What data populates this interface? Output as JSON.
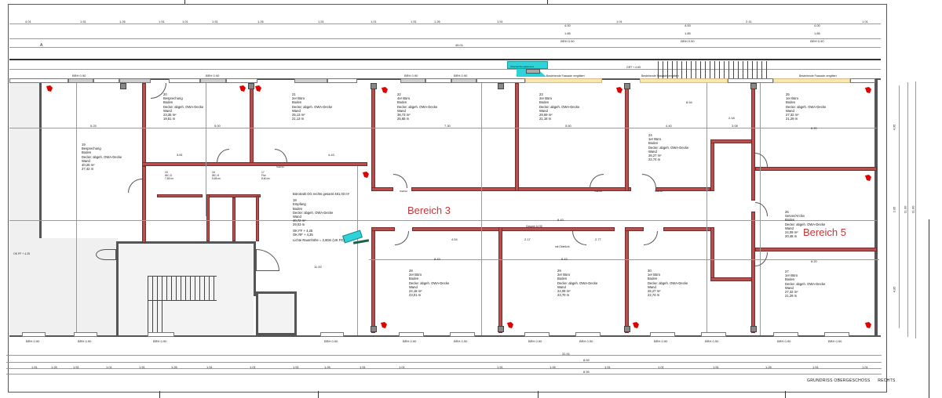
{
  "drawing": {
    "title": "GRUNDRISS OBERGESCHOSS",
    "side": "RECHTS",
    "zones": [
      {
        "label": "Bereich 3",
        "color": "#c0393b"
      },
      {
        "label": "Bereich 5",
        "color": "#c0393b"
      }
    ],
    "colors": {
      "wall_fill": "#b5504f",
      "extinguisher": "#e10000",
      "camera": "#2ed3d8",
      "window_highlight": "#f7e7b0"
    },
    "top_dimensions": {
      "row1": [
        "4.01",
        "1.51",
        "1.26",
        "1.51",
        "1.01",
        "1.51",
        "1.26",
        "1.51",
        "1.01",
        "1.51",
        "1.26",
        "1.51",
        "1.01",
        "4.00",
        "1.01",
        "4.00",
        "2.41",
        "4.00",
        "1.01"
      ],
      "wide_labels": [
        {
          "line1": "4.00",
          "line2": "1.85",
          "line3": "BRH 0.90"
        },
        {
          "line1": "4.00",
          "line2": "1.85",
          "line3": "BRH 0.90"
        },
        {
          "line1": "4.00",
          "line2": "1.85",
          "line3": "BRH 0.90"
        }
      ],
      "total": "45.01",
      "axis_mark": "A"
    },
    "annotations": {
      "camera_note": "Überwachungskamera",
      "facade_note_1": "Bestehende Fassade vergitttert",
      "facade_note_2": "Bestehende Fassade vergittert",
      "facade_brh": "BRH 0.90",
      "stair_note": "GRT + 4.65",
      "window_label": "BRH 0.90",
      "window_label_bottom": "BRH 0.90",
      "door_label": "Stahltür",
      "door_label_2": "Glastür",
      "corridor_note": "Bürotrakt OG rechts gesamt 481,03 m²",
      "clear_height": "Lichte Raumhöhe = 2,60m (UK FD)",
      "level_1": "OK FF + 4,25",
      "level_2": "OK RF + 4,35",
      "center_dim": "8.43",
      "corridor_width": "Gesamt 14.95",
      "door_note": "mit Oberlicht",
      "dims": [
        "5.25",
        "5.00",
        "4.43",
        "3.81",
        "7.30",
        "5.50",
        "8.54",
        "4.40",
        "2.18",
        "3.08",
        "6.20",
        "2.17",
        "2.77",
        "4.54",
        "8.43",
        "1.00",
        "0.91",
        "2.13",
        "2.33",
        "3.55",
        "2.40",
        "1.25",
        "6.44",
        "1.32",
        "11.00"
      ]
    },
    "rooms": [
      {
        "no": "19",
        "use": "Besprechung",
        "floor": "Boden",
        "ceiling": "Decke: abgeh. OWA-Decke",
        "wall": "Wand",
        "area": "40,25 m²",
        "perimeter": "27,42 m"
      },
      {
        "no": "20",
        "use": "Besprechung",
        "floor": "Boden",
        "ceiling": "Decke: abgeh. OWA-Decke",
        "wall": "Wand",
        "area": "23,35 m²",
        "perimeter": "19,51 m"
      },
      {
        "no": "21",
        "use": "2er Büro",
        "floor": "Boden",
        "ceiling": "Decke: abgeh. OWA-Decke",
        "wall": "Wand",
        "area": "25,13 m²",
        "perimeter": "21,13 m"
      },
      {
        "no": "22",
        "use": "4er Büro",
        "floor": "Boden",
        "ceiling": "Decke: abgeh. OWA-Decke",
        "wall": "Wand",
        "area": "38,73 m²",
        "perimeter": "25,65 m"
      },
      {
        "no": "23",
        "use": "2er Büro",
        "floor": "Boden",
        "ceiling": "Decke: abgeh. OWA-Decke",
        "wall": "Wand",
        "area": "29,59 m²",
        "perimeter": "21,18 m"
      },
      {
        "no": "24",
        "use": "1er Büro",
        "floor": "Boden",
        "ceiling": "Decke: abgeh. OWA-Decke",
        "wall": "Wand",
        "area": "26,27 m²",
        "perimeter": "22,74 m"
      },
      {
        "no": "25",
        "use": "1er Büro",
        "floor": "Boden",
        "ceiling": "Decke: abgeh. OWA-Decke",
        "wall": "Wand",
        "area": "27,32 m²",
        "perimeter": "21,29 m"
      },
      {
        "no": "26",
        "use": "Server/Archiv",
        "floor": "Boden",
        "ceiling": "Decke: abgeh. OWA-Decke",
        "wall": "Wand",
        "area": "24,09 m²",
        "perimeter": "20,48 m"
      },
      {
        "no": "27",
        "use": "1er Büro",
        "floor": "Boden",
        "ceiling": "Decke: abgeh. OWA-Decke",
        "wall": "Wand",
        "area": "27,32 m²",
        "perimeter": "21,29 m"
      },
      {
        "no": "28",
        "use": "2er Büro",
        "floor": "Boden",
        "ceiling": "Decke: abgeh. OWA-Decke",
        "wall": "Wand",
        "area": "24,18 m²",
        "perimeter": "23,01 m"
      },
      {
        "no": "29",
        "use": "2er Büro",
        "floor": "Boden",
        "ceiling": "Decke: abgeh. OWA-Decke",
        "wall": "Wand",
        "area": "24,08 m²",
        "perimeter": "23,70 m"
      },
      {
        "no": "30",
        "use": "1er Büro",
        "floor": "Boden",
        "ceiling": "Decke: abgeh. OWA-Decke",
        "wall": "Wand",
        "area": "26,27 m²",
        "perimeter": "22,74 m"
      },
      {
        "no": "18",
        "use": "Empfang",
        "floor": "Boden",
        "ceiling": "Decke: abgeh. OWA-Decke",
        "wall": "Wand",
        "area": "40,72 m²",
        "perimeter": "29,03 m"
      },
      {
        "no": "15",
        "use": "WC-D",
        "floor": "Boden",
        "ceiling": "Decke: abgeh. OWA-Decke",
        "wall": "Wand",
        "area": "7,69 m²",
        "perimeter": "11,60 m"
      },
      {
        "no": "16",
        "use": "WC-H",
        "floor": "Boden",
        "ceiling": "Decke: abgeh. OWA-Decke",
        "wall": "Wand",
        "area": "5,65 m²",
        "perimeter": "9,55 m"
      },
      {
        "no": "17",
        "use": "Flur",
        "floor": "Boden",
        "ceiling": "Decke: abgeh. OWA-Decke",
        "wall": "Wand",
        "area": "8,60 m²",
        "perimeter": "12,40 m"
      }
    ],
    "right_dimensions": [
      "4.35",
      "2.05",
      "4.35",
      "11.00",
      "11.00"
    ],
    "bottom_dimensions": {
      "row": [
        "1.51",
        "1.26",
        "1.51",
        "1.01",
        "1.51",
        "1.26",
        "1.51",
        "1.01",
        "1.51",
        "1.26",
        "1.51",
        "1.01",
        "1.51",
        "1.26",
        "1.51",
        "1.01",
        "1.51",
        "1.26",
        "1.51",
        "1.01"
      ],
      "upper": [
        "31.91",
        "8.59",
        "8.59"
      ],
      "window_label": "BRH 0.90"
    }
  }
}
